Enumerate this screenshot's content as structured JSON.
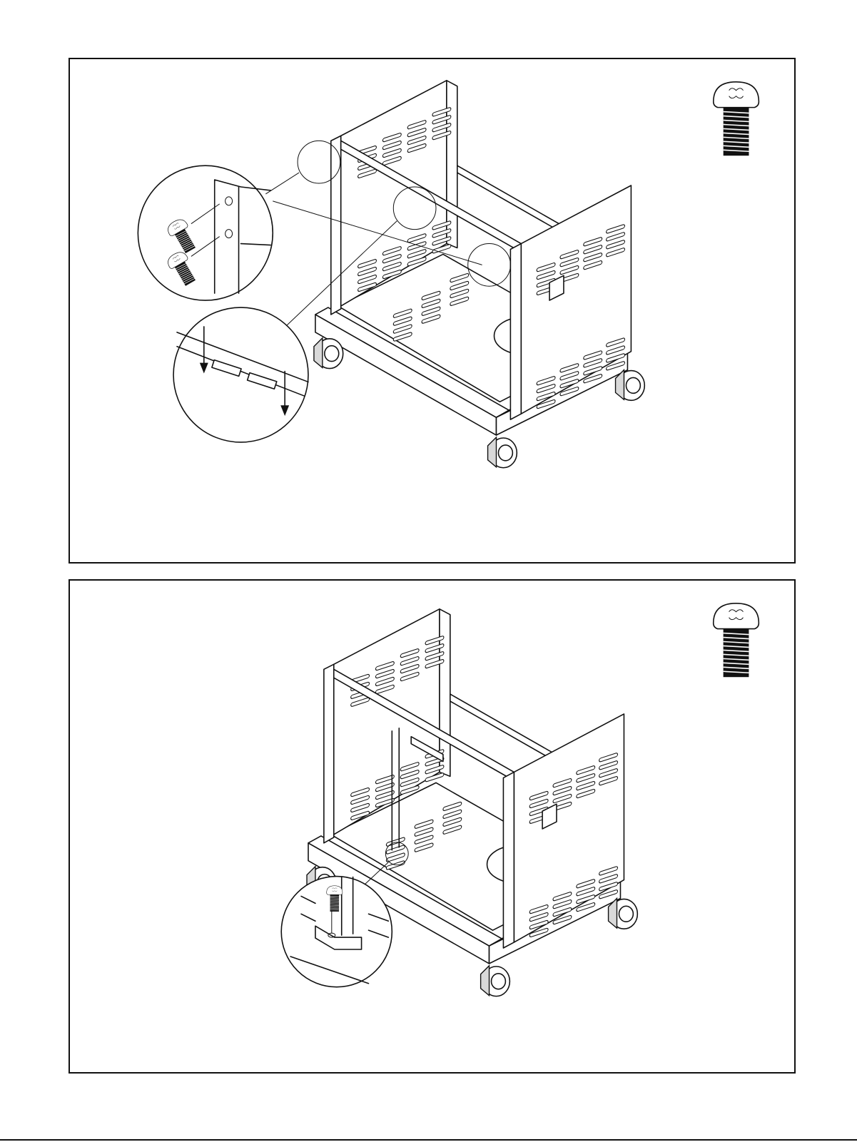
{
  "document": {
    "type": "assembly-instructions",
    "panels": [
      {
        "id": "step-a",
        "hardware_icon": "bolt-icon"
      },
      {
        "id": "step-b",
        "hardware_icon": "bolt-icon"
      }
    ],
    "colors": {
      "ink": "#111111",
      "paper": "#ffffff"
    }
  }
}
